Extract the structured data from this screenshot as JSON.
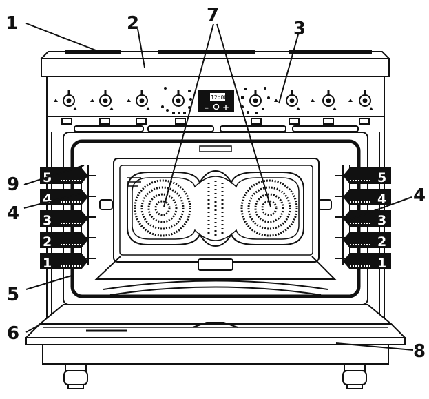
{
  "callouts": {
    "c1": "1",
    "c2": "2",
    "c3": "3",
    "c4_left": "4",
    "c4_right": "4",
    "c5": "5",
    "c6": "6",
    "c7": "7",
    "c8": "8",
    "c9": "9"
  },
  "shelf_levels": {
    "left": [
      "5",
      "4",
      "3",
      "2",
      "1"
    ],
    "right": [
      "5",
      "4",
      "3",
      "2",
      "1"
    ]
  },
  "display": {
    "time": "12:00",
    "minus": "–",
    "plus": "+"
  },
  "colors": {
    "line": "#111111",
    "tag_fill": "#111111",
    "tag_text": "#ffffff",
    "background": "#ffffff"
  }
}
